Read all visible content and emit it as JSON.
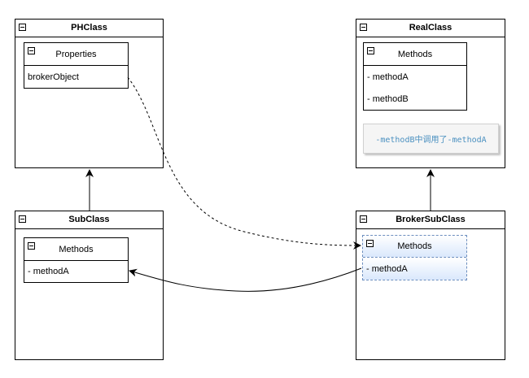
{
  "colors": {
    "line": "#000000",
    "dashed_border": "#6c8ebf",
    "gradient_end": "#dae8fc",
    "note_text": "#4a90c0"
  },
  "classes": {
    "phclass": {
      "title": "PHClass",
      "properties": {
        "title": "Properties",
        "items": [
          "brokerObject"
        ]
      }
    },
    "realclass": {
      "title": "RealClass",
      "methods": {
        "title": "Methods",
        "items": [
          "- methodA",
          "- methodB"
        ]
      },
      "note": "-methodB中调用了-methodA"
    },
    "subclass": {
      "title": "SubClass",
      "methods": {
        "title": "Methods",
        "items": [
          "- methodA"
        ]
      }
    },
    "brokersubclass": {
      "title": "BrokerSubClass",
      "methods": {
        "title": "Methods",
        "items": [
          "- methodA"
        ]
      }
    }
  }
}
